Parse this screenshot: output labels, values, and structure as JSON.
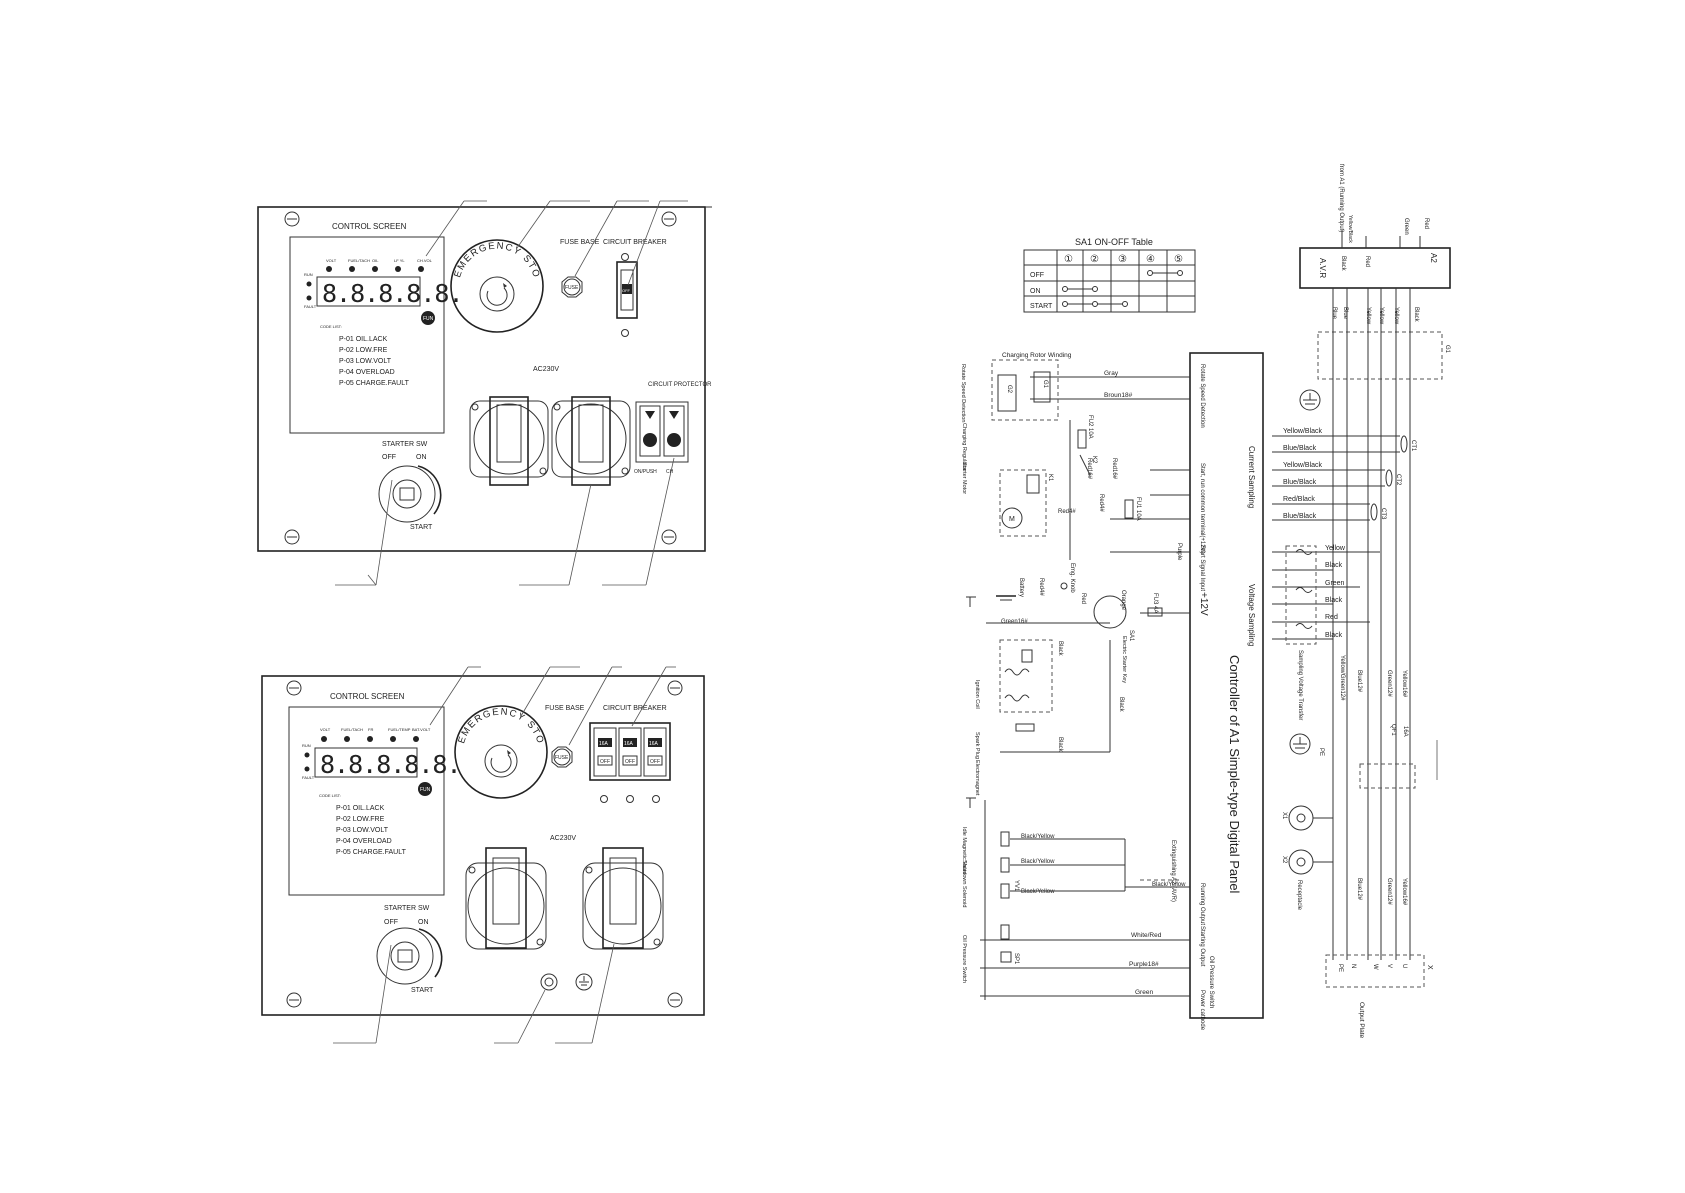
{
  "panel_a": {
    "control_screen": "CONTROL    SCREEN",
    "indicators": [
      "VOLT",
      "FUEL/TACH",
      "OIL",
      "LF YL",
      "CH.VOL"
    ],
    "side_leds": [
      "RUN",
      "FAULT"
    ],
    "display_digits": "8.8.8.8.8.",
    "func_button": "FUN",
    "code_list_title": "CODE LIST:",
    "codes": [
      "P-01 OIL.LACK",
      "P-02 LOW.FRE",
      "P-03 LOW.VOLT",
      "P-04 OVERLOAD",
      "P-05 CHARGE.FAULT"
    ],
    "emergency_stop": "EMERGENCY STOP",
    "fuse_base": "FUSE BASE",
    "circuit_breaker": "CIRCUIT BREAKER",
    "fuse_label": "FUSE",
    "breaker_off": "OFF",
    "ac_label": "AC230V",
    "circuit_protector": "CIRCUIT PROTECTOR",
    "protector_labels": [
      "ON/PUSH",
      "CH"
    ],
    "starter_sw": "STARTER  SW",
    "sw_off": "OFF",
    "sw_on": "ON",
    "sw_start": "START"
  },
  "panel_b": {
    "control_screen": "CONTROL    SCREEN",
    "indicators": [
      "VOLT",
      "FUEL/TACH",
      "FR",
      "FUEL/TEMP",
      "BAT.VOLT"
    ],
    "side_leds": [
      "RUN",
      "FAULT"
    ],
    "display_digits": "8.8.8.8.8.",
    "func_button": "FUN",
    "code_list_title": "CODE LIST:",
    "codes": [
      "P-01 OIL.LACK",
      "P-02 LOW.FRE",
      "P-03 LOW.VOLT",
      "P-04 OVERLOAD",
      "P-05 CHARGE.FAULT"
    ],
    "emergency_stop": "EMERGENCY STOP",
    "fuse_base": "FUSE BASE",
    "circuit_breaker": "CIRCUIT BREAKER",
    "fuse_label": "FUSE",
    "breaker_tags": [
      "16A",
      "16A",
      "16A"
    ],
    "breaker_off": "OFF",
    "ac_label": "AC230V",
    "starter_sw": "STARTER  SW",
    "sw_off": "OFF",
    "sw_on": "ON",
    "sw_start": "START"
  },
  "sa1_table": {
    "title": "SA1 ON-OFF Table",
    "columns": [
      "①",
      "②",
      "③",
      "④",
      "⑤"
    ],
    "rows": [
      "OFF",
      "ON",
      "START"
    ]
  },
  "schematic": {
    "controller_title": "Controller of A1 Simple-type Digital Panel",
    "controller_terminals": [
      "Rotate Speed Detection",
      "Start, run common terminal(+12V)",
      "Start Signal Input",
      "+12V",
      "Running Output",
      "Starting Output",
      "Oil Pressure Switch",
      "Power cathode"
    ],
    "left_wire_labels": [
      "Gray",
      "Broun18#",
      "Red16#",
      "Red16#",
      "Red4#",
      "Red4#",
      "Purple",
      "Orange",
      "Red",
      "Red4#",
      "Green16#",
      "Black",
      "Black",
      "Black",
      "Black/Yellow",
      "Black/Yellow",
      "Black/Yellow",
      "Black/Yellow",
      "White/Red",
      "Purple18#",
      "Green"
    ],
    "left_components": [
      "Charging Rotor Winding",
      "G1",
      "G2",
      "FU1 10A",
      "FU2 10A",
      "K2",
      "K1",
      "M",
      "SA1",
      "FU3 4A",
      "Electric Starter Key",
      "Battery",
      "Emg. Knob",
      "Ignition Coil",
      "Spark Plug",
      "Electromagnet",
      "YV1",
      "SP1",
      "Rotate Speed Detection",
      "Charging Regulator",
      "Starter Motor",
      "Idle Magnetic Valve",
      "Shutdown Solenoid",
      "Oil Pressure Switch",
      "Extinguishing A2 (AVR)"
    ],
    "right_wire_labels": [
      "Yellow/Black",
      "Blue/Black",
      "Yellow/Black",
      "Blue/Black",
      "Red/Black",
      "Blue/Black",
      "Yellow",
      "Black",
      "Green",
      "Black",
      "Red",
      "Black"
    ],
    "right_section_labels": [
      "Current Sampling",
      "Voltage Sampling",
      "Sampling Voltage Transfer"
    ],
    "right_components": [
      "A2",
      "A.V.R",
      "CT1",
      "CT2",
      "CT3",
      "QF1",
      "16A",
      "PE",
      "X1",
      "X2",
      "Receptacle",
      "X",
      "Output Plate"
    ],
    "avr_inputs": [
      "from A1 (Running Output)",
      "Yellow/Black",
      "Green",
      "Red"
    ],
    "avr_pins_top": [
      "Black",
      "Red"
    ],
    "avr_pins_bottom": [
      "Blue",
      "Blue",
      "Yellow",
      "Yellow",
      "Yellow",
      "Black"
    ],
    "vertical_wire_labels": [
      "Yellow16#",
      "Green12#",
      "Blue12#",
      "Yellow/Green12#"
    ],
    "output_terminals": [
      "U",
      "V",
      "W",
      "N",
      "PE"
    ]
  }
}
